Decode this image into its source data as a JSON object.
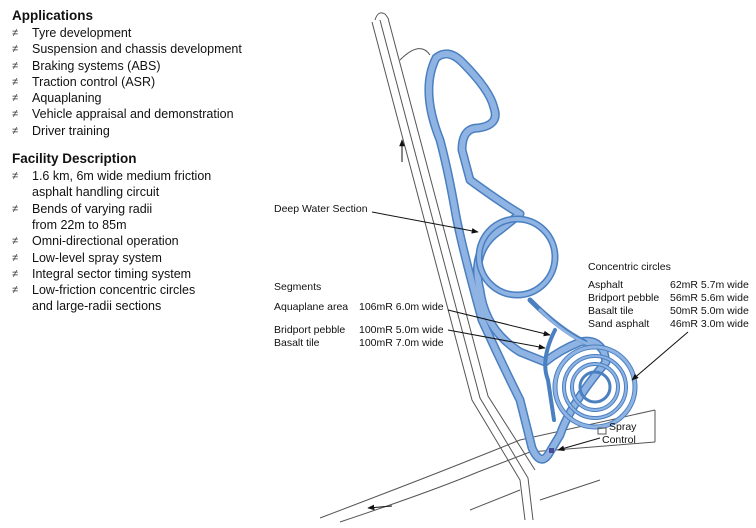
{
  "applications": {
    "heading": "Applications",
    "items": [
      "Tyre development",
      "Suspension and chassis development",
      "Braking systems (ABS)",
      "Traction control (ASR)",
      "Aquaplaning",
      "Vehicle appraisal and demonstration",
      "Driver training"
    ]
  },
  "facility": {
    "heading": "Facility Description",
    "items": [
      {
        "line1": "1.6 km, 6m wide medium friction",
        "line2": "asphalt handling circuit"
      },
      {
        "line1": "Bends of varying radii",
        "line2": "from 22m to 85m"
      },
      {
        "line1": "Omni-directional operation",
        "line2": ""
      },
      {
        "line1": "Low-level spray system",
        "line2": ""
      },
      {
        "line1": "Integral sector timing system",
        "line2": ""
      },
      {
        "line1": "Low-friction concentric circles",
        "line2": "and large-radii sections"
      }
    ]
  },
  "bullet_glyph": "≠",
  "map": {
    "deep_water_label": "Deep Water Section",
    "segments": {
      "heading": "Segments",
      "rows": [
        {
          "name": "Aquaplane area",
          "spec": "106mR 6.0m wide"
        },
        {
          "name": "Bridport pebble",
          "spec": "100mR 5.0m wide"
        },
        {
          "name": "Basalt tile",
          "spec": "100mR 7.0m wide"
        }
      ]
    },
    "circles": {
      "heading": "Concentric circles",
      "rows": [
        {
          "name": "Asphalt",
          "spec": "62mR 5.7m wide"
        },
        {
          "name": "Bridport pebble",
          "spec": "56mR 5.6m wide"
        },
        {
          "name": "Basalt tile",
          "spec": "50mR 5.0m wide"
        },
        {
          "name": "Sand asphalt",
          "spec": "46mR 3.0m wide"
        }
      ]
    },
    "spray_label_1": "Spray",
    "spray_label_2": "Control",
    "track_color": "#8fb4e3",
    "track_outline": "#4a7fc0"
  }
}
